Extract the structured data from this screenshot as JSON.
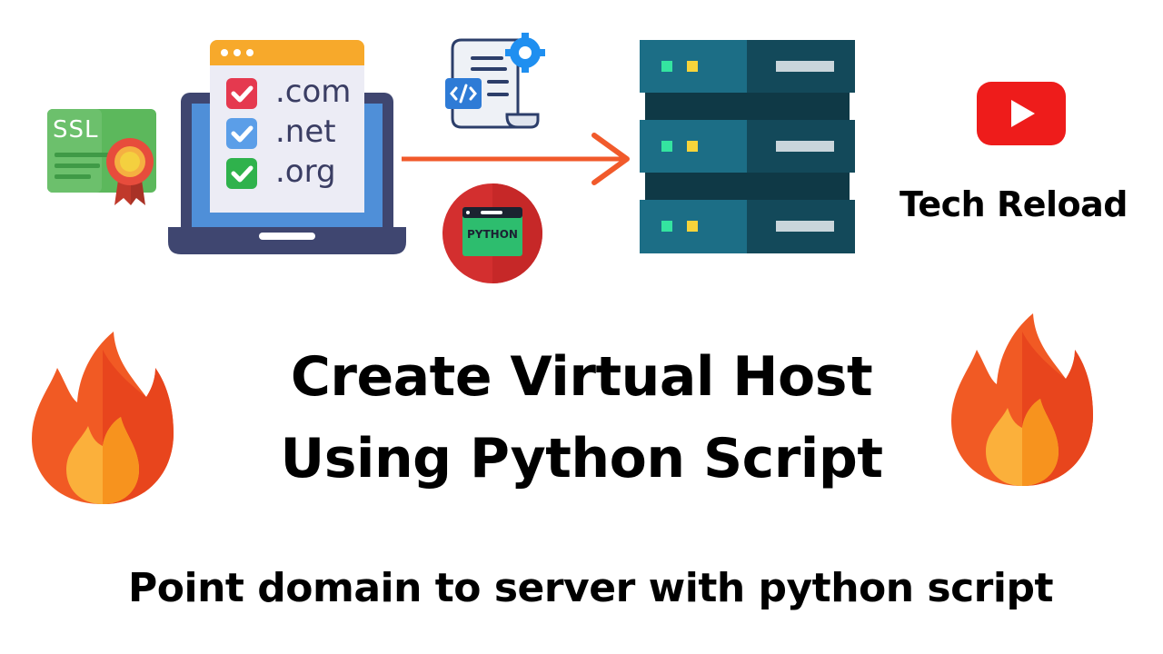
{
  "laptop": {
    "domains": [
      ".com",
      ".net",
      ".org"
    ]
  },
  "ssl": {
    "label": "SSL"
  },
  "python_badge": {
    "label": "PYTHON"
  },
  "brand": {
    "name": "Tech Reload"
  },
  "headline": {
    "line1": "Create Virtual Host",
    "line2": "Using Python Script"
  },
  "subheadline": "Point domain to server with python script",
  "colors": {
    "flame_outer": "#f15a24",
    "flame_inner": "#fbb03b",
    "youtube_red": "#ee1c1b",
    "server_dark": "#13495a",
    "server_mid": "#1c6e86",
    "laptop_frame": "#3f4670",
    "arrow": "#f15a2b"
  },
  "icons": [
    "ssl-certificate-icon",
    "laptop-icon",
    "code-document-icon",
    "python-icon",
    "arrow-right-icon",
    "server-icon",
    "youtube-icon",
    "fire-icon"
  ]
}
